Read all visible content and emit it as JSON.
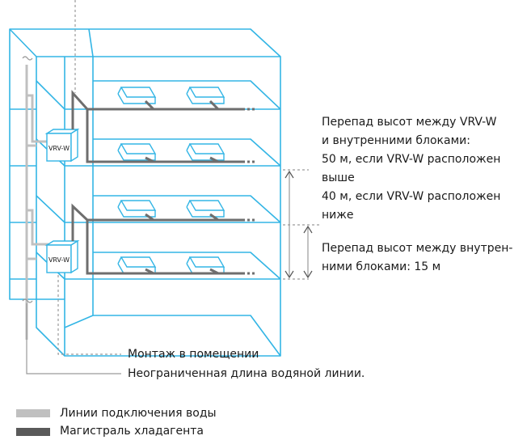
{
  "unit_labels": [
    "VRV-W",
    "VRV-W"
  ],
  "annotations": {
    "height_diff_vrv": [
      "Перепад высот между VRV-W",
      "и внутренними блоками:",
      "50 м, если VRV-W расположен",
      "выше",
      "40 м, если VRV-W расположен",
      "ниже"
    ],
    "height_diff_indoor": [
      "Перепад высот между внутрен-",
      "ними блоками: 15 м"
    ],
    "indoor_install": "Монтаж в помещении",
    "water_line_length": "Неограниченная длина водяной линии."
  },
  "legend": {
    "items": [
      {
        "label": "Линии подключения воды",
        "color": "#c0c0c0"
      },
      {
        "label": "Магистраль хладагента",
        "color": "#5a5a5a"
      }
    ]
  },
  "colors": {
    "building": "#33b5e5",
    "water": "#c0c0c0",
    "refrigerant": "#6e6e6e",
    "dashed": "#9a9a9a"
  }
}
